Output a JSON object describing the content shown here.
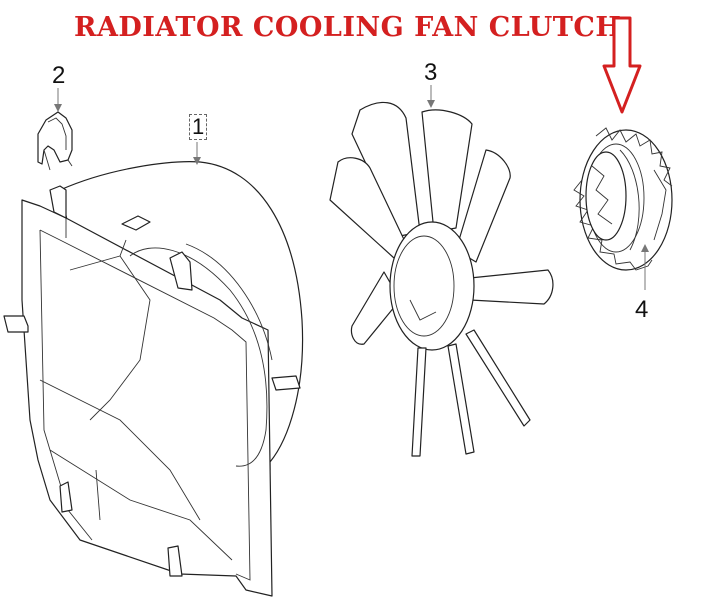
{
  "title": "RADIATOR COOLING FAN CLUTCH",
  "callouts": {
    "one": "1",
    "two": "2",
    "three": "3",
    "four": "4"
  },
  "colors": {
    "title": "#d42020",
    "arrow": "#d42020",
    "linework": "#222222"
  },
  "arrow_icon": "red-down-arrow-icon"
}
